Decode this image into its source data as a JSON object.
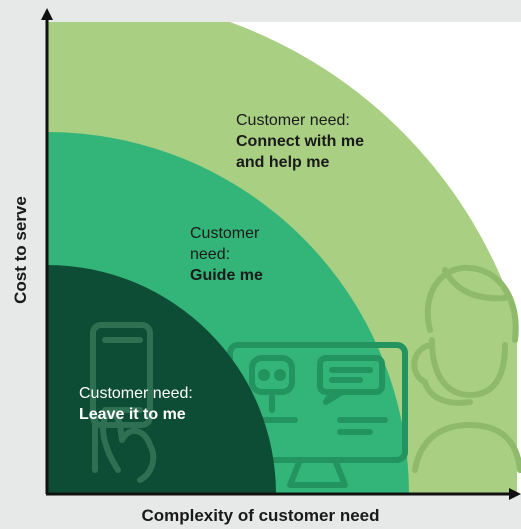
{
  "axes": {
    "x_label": "Complexity of customer need",
    "y_label": "Cost to serve"
  },
  "zones": [
    {
      "id": "leave-it-to-me",
      "line1": "Customer need:",
      "line2": "Leave it to me",
      "color": "#0d4d35",
      "icon": "smartphone-touch-icon"
    },
    {
      "id": "guide-me",
      "line1": "Customer",
      "line1b": "need:",
      "line2": "Guide me",
      "color": "#33b57a",
      "icon": "chatbot-computer-icon"
    },
    {
      "id": "connect-with-me",
      "line1": "Customer need:",
      "line2": "Connect with me",
      "line3": "and help me",
      "color": "#a9cf83",
      "icon": "agent-headset-icon"
    }
  ],
  "colors": {
    "background": "#e7e8e8",
    "outer_panel": "#ffffff",
    "axis": "#111111"
  }
}
